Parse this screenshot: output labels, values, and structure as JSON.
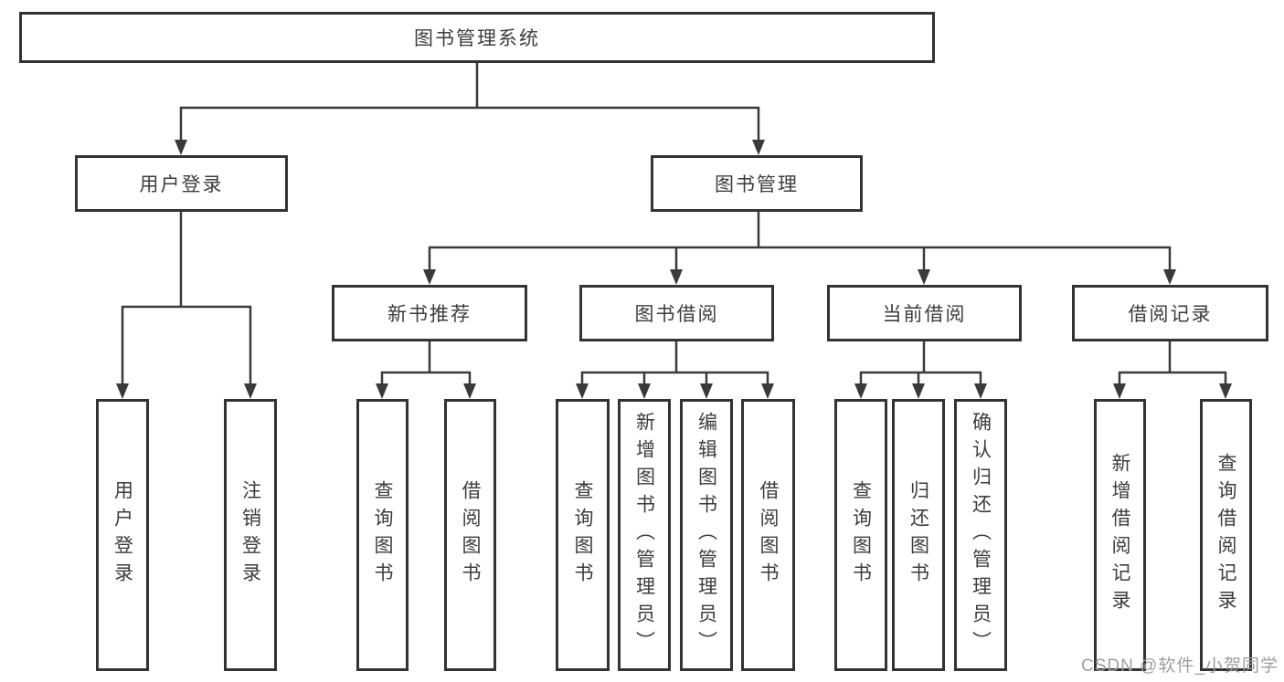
{
  "nodes": {
    "root": "图书管理系统",
    "user_login": "用户登录",
    "book_management": "图书管理",
    "new_book_recommend": "新书推荐",
    "book_borrow": "图书借阅",
    "current_borrow": "当前借阅",
    "borrow_records": "借阅记录",
    "leaf_user_login": "用户登录",
    "leaf_logout": "注销登录",
    "leaf_query_books_recommend": "查询图书",
    "leaf_borrow_books_recommend": "借阅图书",
    "leaf_query_books_borrow": "查询图书",
    "leaf_add_books_admin": "新增图书（管理员）",
    "leaf_edit_books_admin": "编辑图书（管理员）",
    "leaf_borrow_books_borrow": "借阅图书",
    "leaf_query_books_current": "查询图书",
    "leaf_return_books": "归还图书",
    "leaf_confirm_return_admin": "确认归还（管理员）",
    "leaf_add_borrow_record": "新增借阅记录",
    "leaf_query_borrow_record": "查询借阅记录"
  },
  "watermark": "CSDN @软件_小贺同学",
  "colors": {
    "line": "#3a3a3a",
    "box_border": "#333333",
    "box_fill": "#ffffff",
    "text": "#3c3c3c",
    "watermark": "#9e9e9e",
    "background": "#ffffff"
  }
}
